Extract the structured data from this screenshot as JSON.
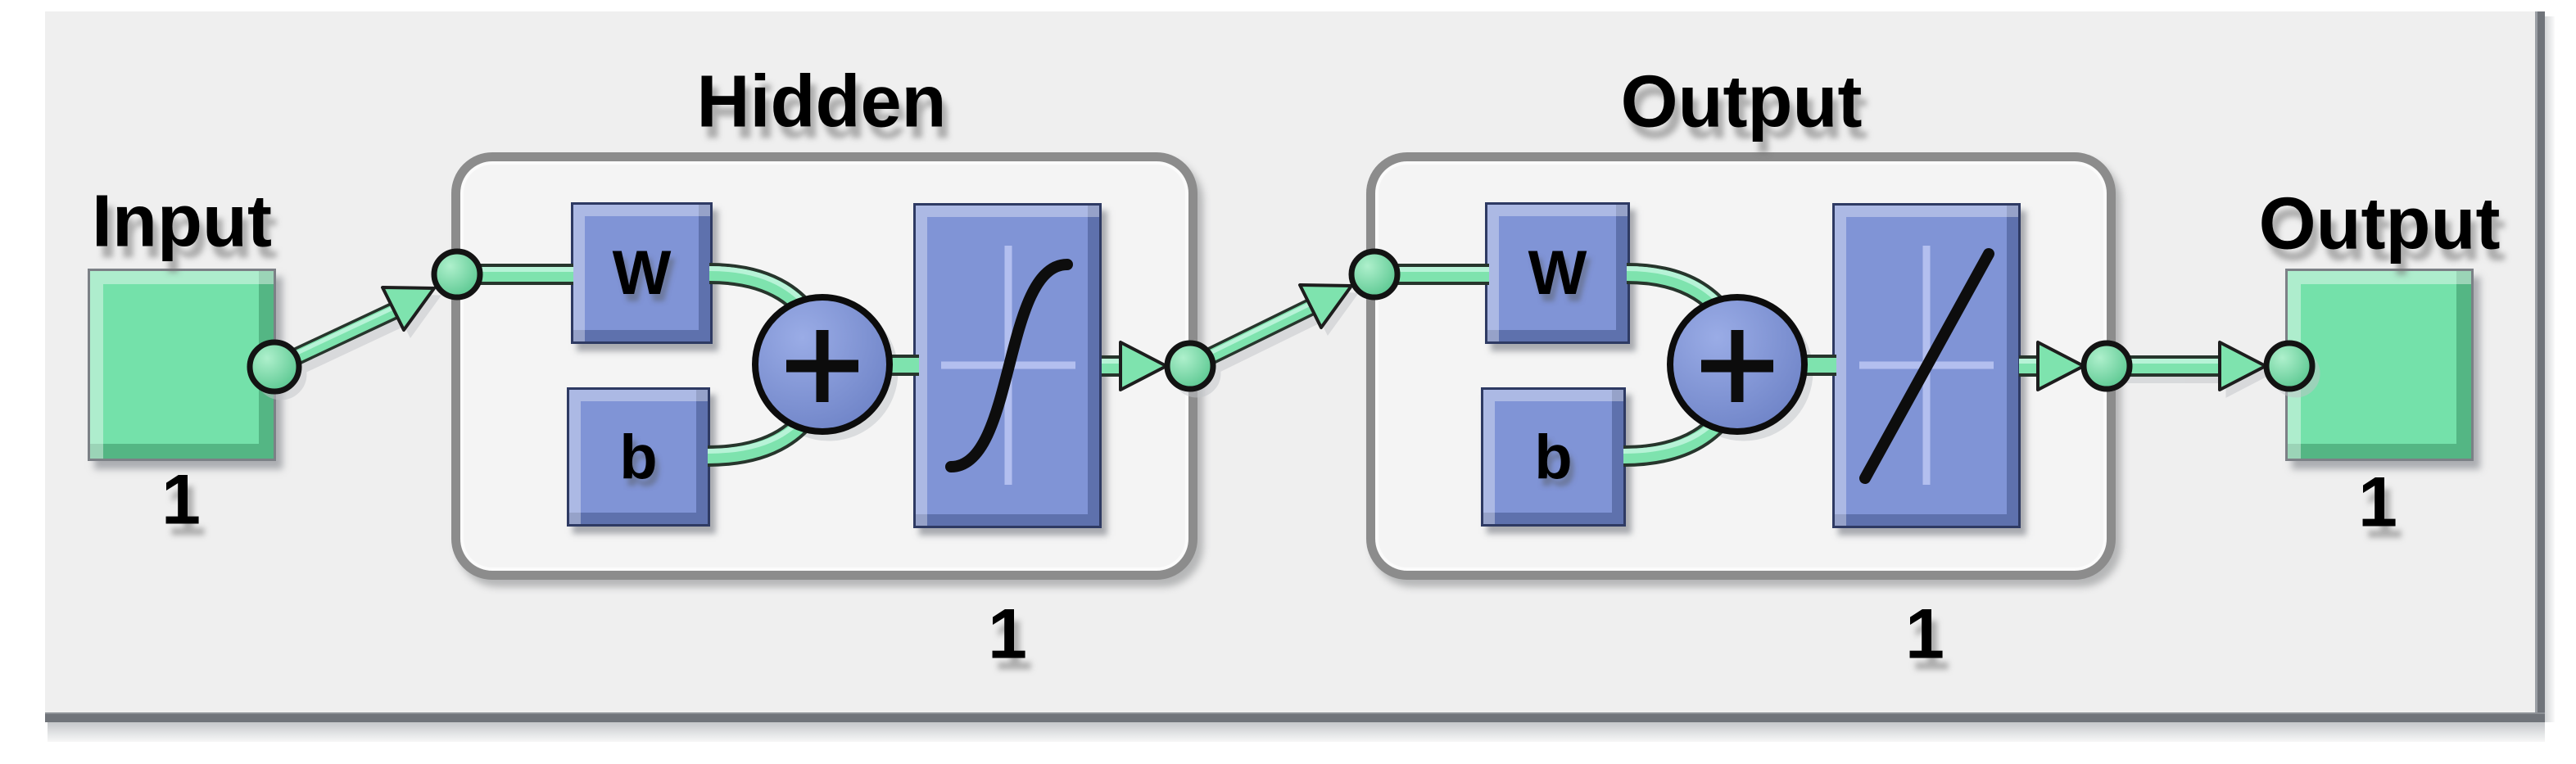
{
  "theme": {
    "panel_bg": "#efefef",
    "chrome_gray": "#70747a",
    "box_border": "#8c8c8c",
    "box_fill": "#f4f4f4",
    "blue_face": "#8094d6",
    "green_face": "#74e1aa",
    "tube_green": "#7ee3ae",
    "ink": "#000000"
  },
  "input": {
    "label": "Input",
    "size": "1"
  },
  "layers": [
    {
      "title": "Hidden",
      "weight_label": "W",
      "bias_label": "b",
      "transfer_function": "tansig",
      "transfer_icon": "sigmoid-curve-icon",
      "size": "1"
    },
    {
      "title": "Output",
      "weight_label": "W",
      "bias_label": "b",
      "transfer_function": "purelin",
      "transfer_icon": "linear-line-icon",
      "size": "1"
    }
  ],
  "output": {
    "label": "Output",
    "size": "1"
  }
}
